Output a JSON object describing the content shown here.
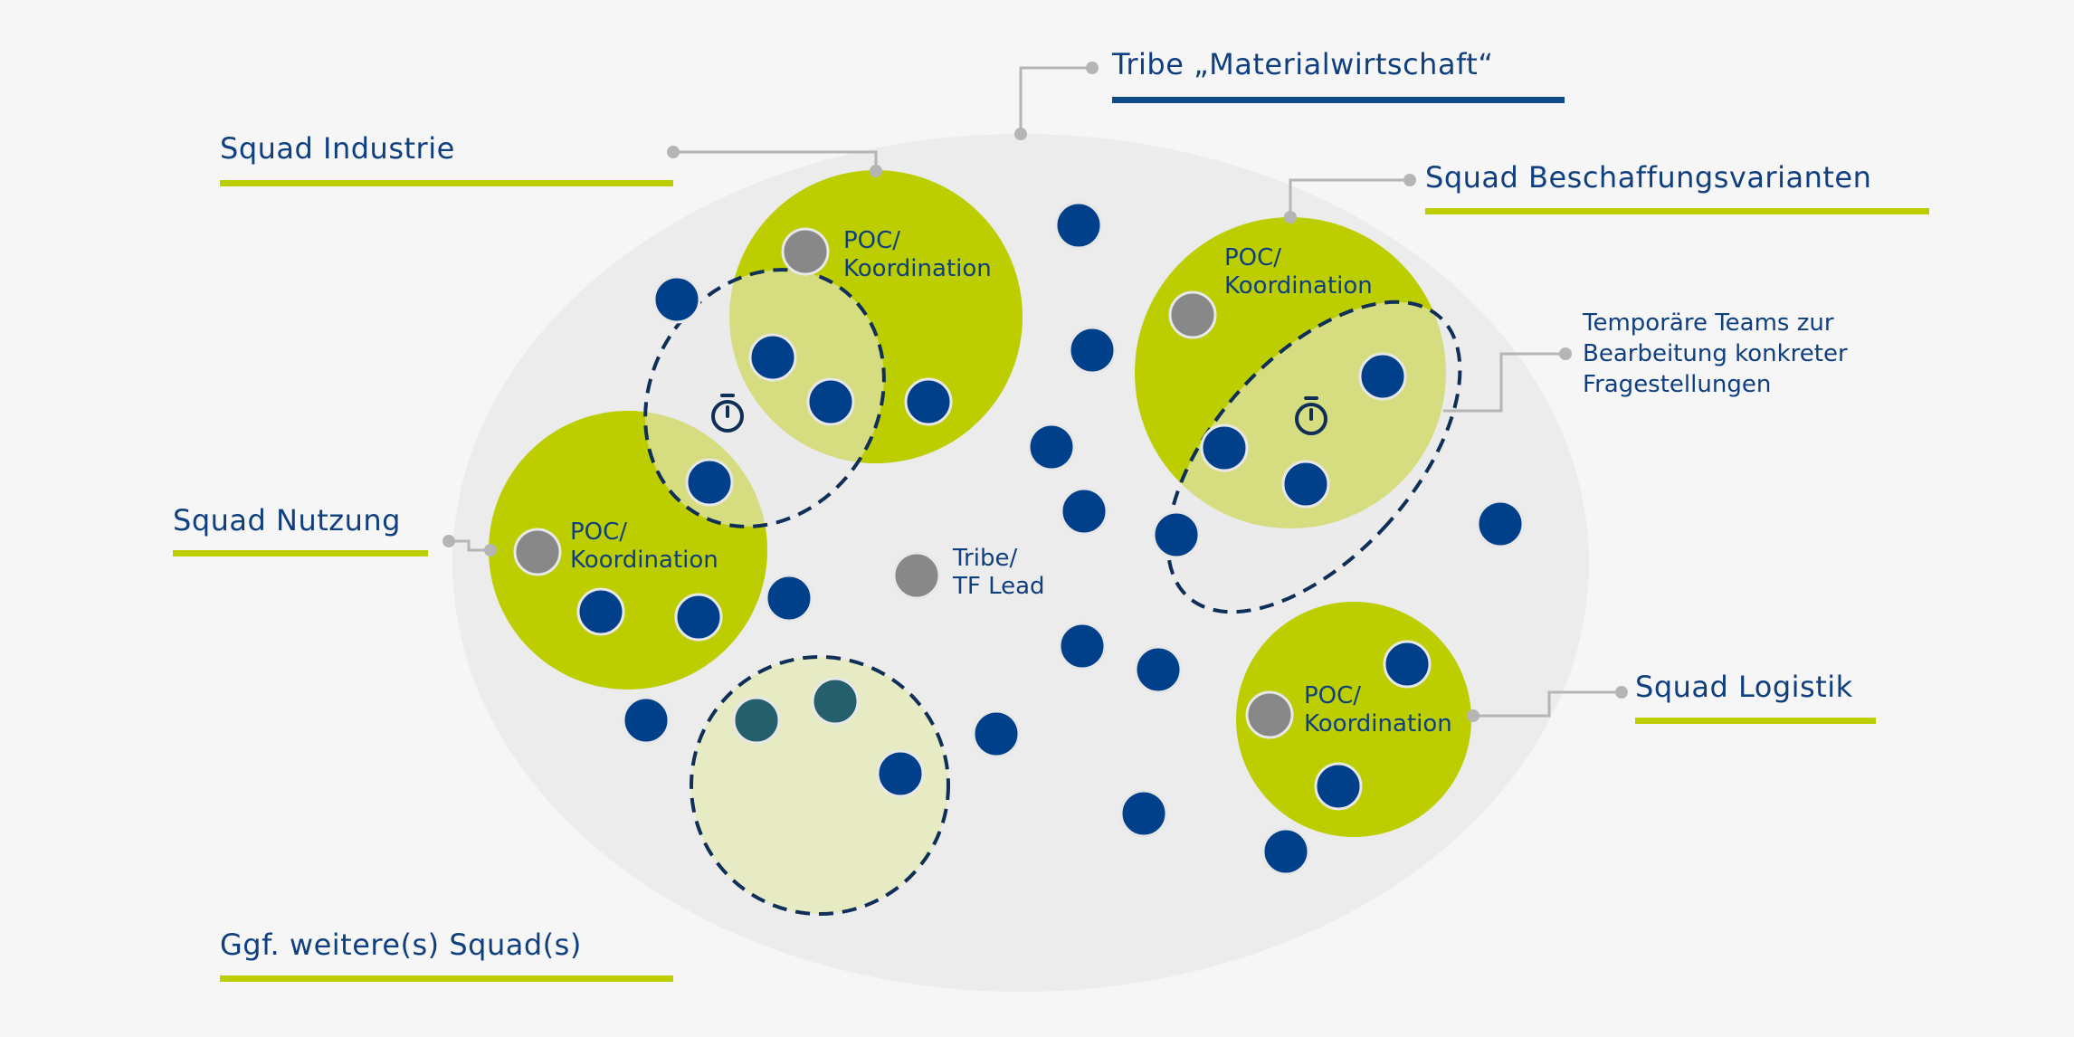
{
  "diagram": {
    "tribe_label": "Tribe „Materialwirtschaft“",
    "squads": {
      "industrie": "Squad Industrie",
      "beschaffung": "Squad Beschaffungsvarianten",
      "nutzung": "Squad Nutzung",
      "logistik": "Squad Logistik",
      "weitere": "Ggf. weitere(s) Squad(s)"
    },
    "poc_line1": "POC/",
    "poc_line2": "Koordination",
    "tribe_lead_line1": "Tribe/",
    "tribe_lead_line2": "TF Lead",
    "temp_teams": {
      "line1": "Temporäre Teams zur",
      "line2": "Bearbeitung konkreter",
      "line3": "Fragestellungen"
    },
    "icons": [
      "stopwatch-icon"
    ],
    "colors": {
      "background": "#f6f6f6",
      "tribe_ellipse": "#ececec",
      "squad_green": "#bccd00",
      "squad_light": "#e6ebc3",
      "member_blue": "#003f8a",
      "member_teal": "#245f6b",
      "lead_gray": "#888888",
      "text_blue": "#0f3f7f",
      "underline_tribe": "#0f4a8a",
      "underline_squad": "#bccd00",
      "connector": "#b5b5b5",
      "dashed": "#0f2f58"
    }
  }
}
